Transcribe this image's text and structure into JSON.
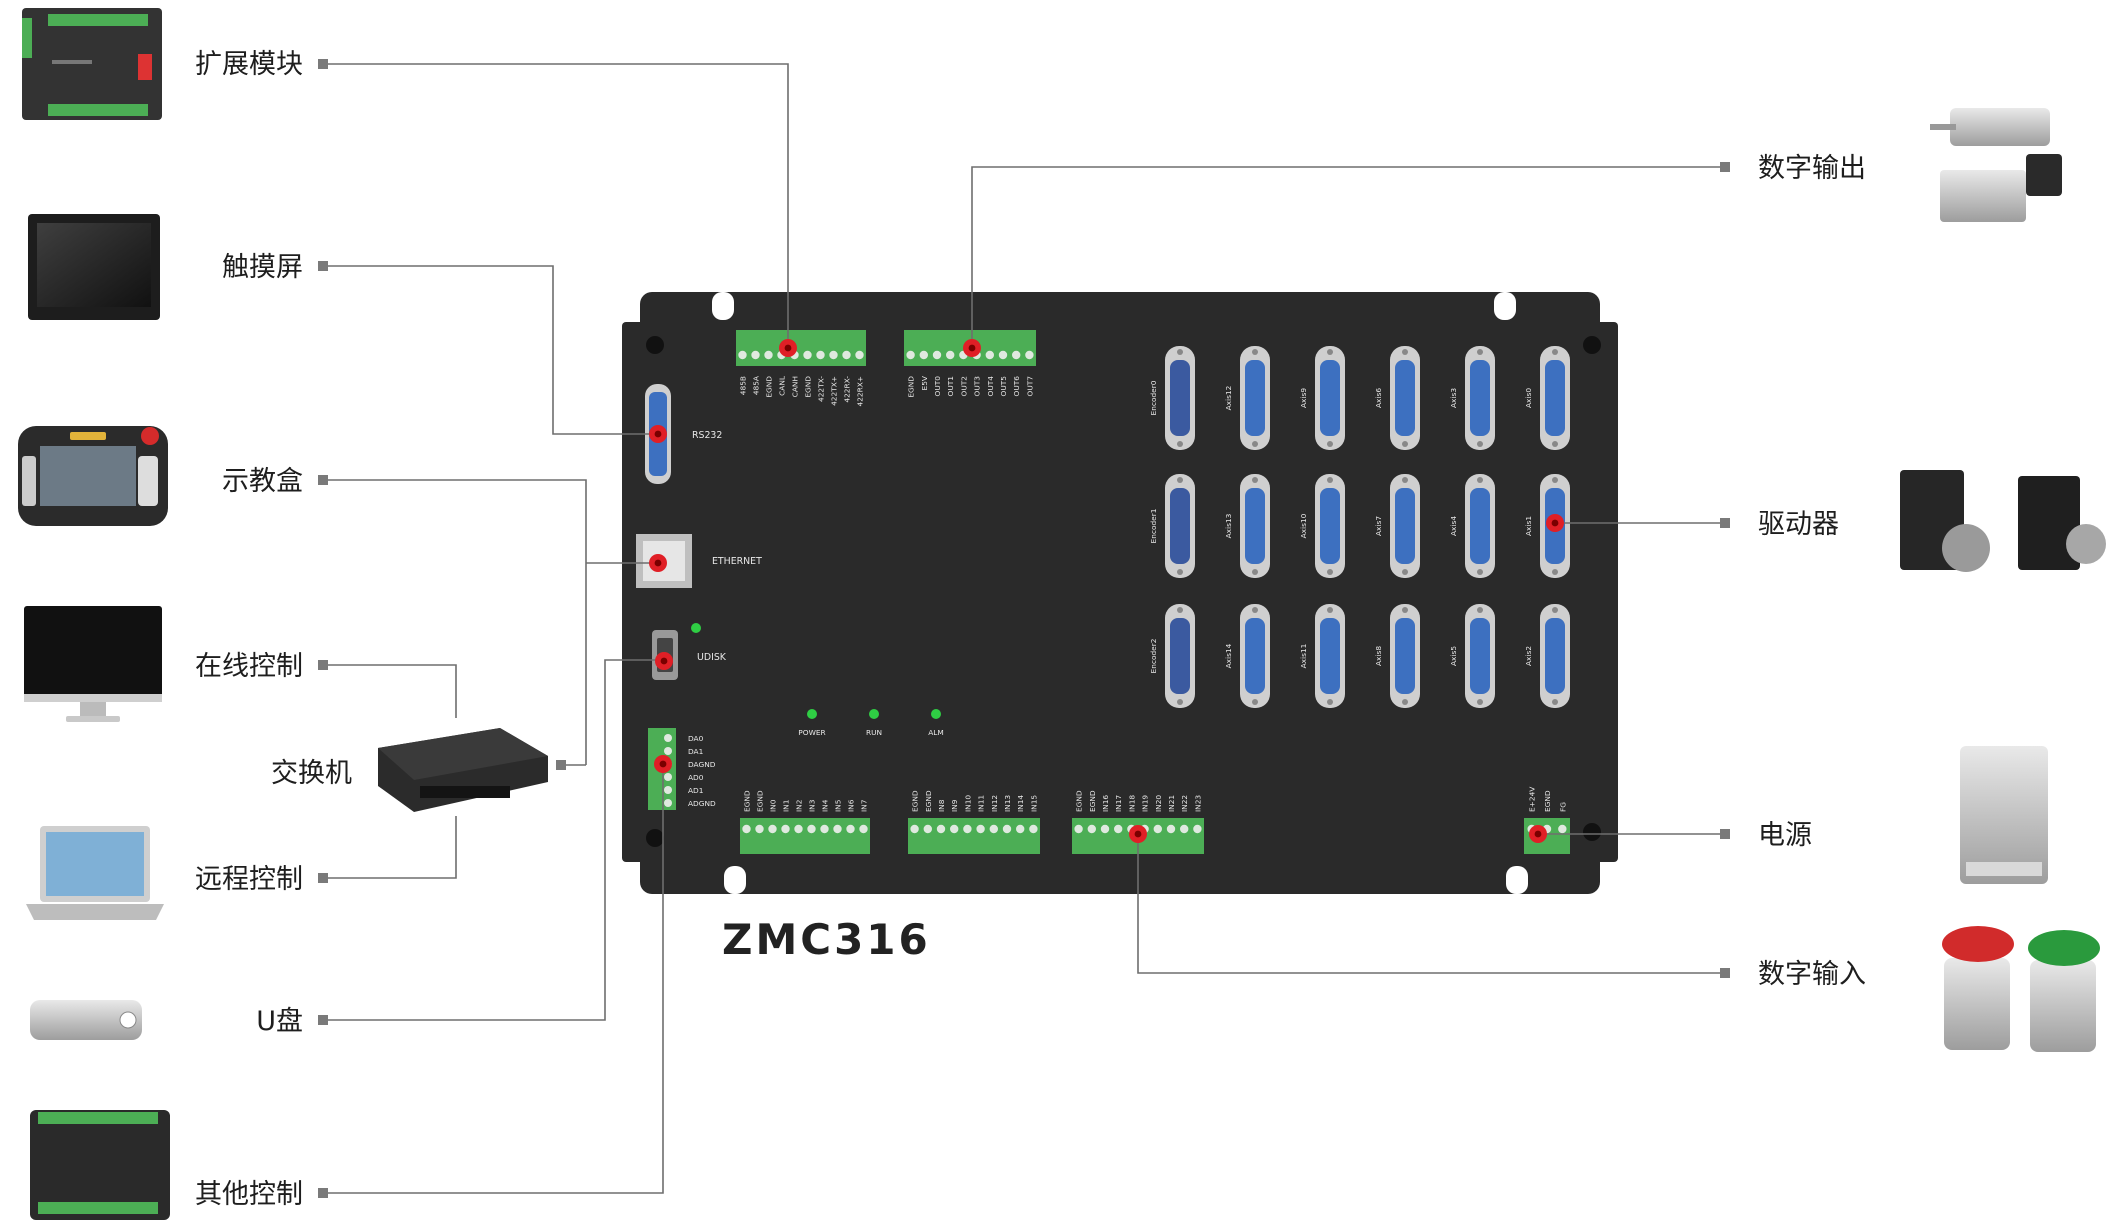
{
  "model": "ZMC316",
  "left_labels": [
    "扩展模块",
    "触摸屏",
    "示教盒",
    "在线控制",
    "交换机",
    "远程控制",
    "U盘",
    "其他控制"
  ],
  "right_labels": [
    "数字输出",
    "驱动器",
    "电源",
    "数字输入"
  ],
  "ports": {
    "rs232": "RS232",
    "ethernet": "ETHERNET",
    "udisk": "UDISK",
    "leds": [
      "POWER",
      "RUN",
      "ALM"
    ]
  },
  "terminals": {
    "comm": [
      "485B",
      "485A",
      "EGND",
      "CANL",
      "CANH",
      "EGND",
      "422TX-",
      "422TX+",
      "422RX-",
      "422RX+"
    ],
    "outputs": [
      "EGND",
      "E5V",
      "OUT0",
      "OUT1",
      "OUT2",
      "OUT3",
      "OUT4",
      "OUT5",
      "OUT6",
      "OUT7"
    ],
    "analog": [
      "DA0",
      "DA1",
      "DAGND",
      "AD0",
      "AD1",
      "ADGND"
    ],
    "in_a": [
      "EGND",
      "EGND",
      "IN0",
      "IN1",
      "IN2",
      "IN3",
      "IN4",
      "IN5",
      "IN6",
      "IN7"
    ],
    "in_b": [
      "EGND",
      "EGND",
      "IN8",
      "IN9",
      "IN10",
      "IN11",
      "IN12",
      "IN13",
      "IN14",
      "IN15"
    ],
    "in_c": [
      "EGND",
      "EGND",
      "IN16",
      "IN17",
      "IN18",
      "IN19",
      "IN20",
      "IN21",
      "IN22",
      "IN23"
    ],
    "power": [
      "E+24V",
      "EGND",
      "FG"
    ]
  },
  "db9_rows": [
    [
      "Encoder0",
      "Axis12",
      "Axis9",
      "Axis6",
      "Axis3",
      "Axis0"
    ],
    [
      "Encoder1",
      "Axis13",
      "Axis10",
      "Axis7",
      "Axis4",
      "Axis1"
    ],
    [
      "Encoder2",
      "Axis14",
      "Axis11",
      "Axis8",
      "Axis5",
      "Axis2"
    ]
  ],
  "colors": {
    "panel": "#2a2a2a",
    "terminal": "#4cae55",
    "db9": "#3d70c0",
    "marker": "#e01f26"
  }
}
